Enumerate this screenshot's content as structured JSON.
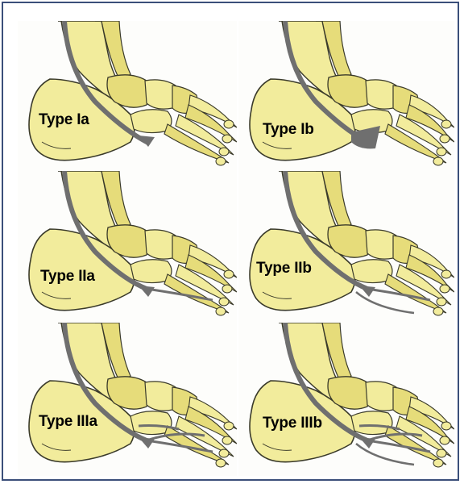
{
  "colors": {
    "bone_fill": "#f2ec9c",
    "bone_shade": "#e6dc7a",
    "bone_outline": "#3a3a2a",
    "tendon": "#6f6f6f",
    "frame_border": "#3b4f7a"
  },
  "panels": [
    {
      "label": "Type Ia",
      "variant": "Ia"
    },
    {
      "label": "Type Ib",
      "variant": "Ib"
    },
    {
      "label": "Type IIa",
      "variant": "IIa"
    },
    {
      "label": "Type IIb",
      "variant": "IIb"
    },
    {
      "label": "Type IIIa",
      "variant": "IIIa"
    },
    {
      "label": "Type IIIb",
      "variant": "IIIb"
    }
  ]
}
